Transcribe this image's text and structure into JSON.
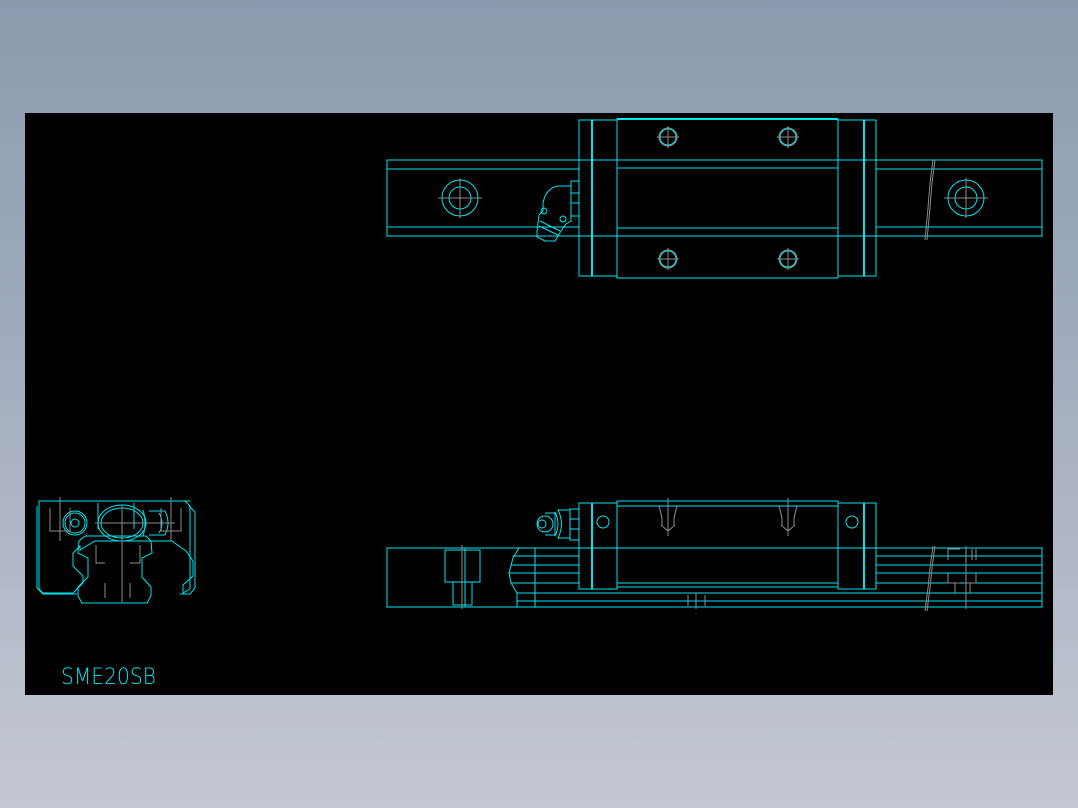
{
  "viewer": {
    "background_top": "#8a9aaf",
    "background_bottom": "#c4c8d2",
    "canvas_color": "#000000"
  },
  "drawing": {
    "label": "SME20SB",
    "line_color": "#00e5ee",
    "centerline_color": "#8c8c8c",
    "views": [
      {
        "name": "top-view",
        "description": "Plan view of linear guide block on rail with grease nipple and 4 mounting holes"
      },
      {
        "name": "end-view",
        "description": "End section view of carriage block on rail"
      },
      {
        "name": "side-view",
        "description": "Side elevation of carriage block on rail with grease nipple"
      }
    ]
  }
}
